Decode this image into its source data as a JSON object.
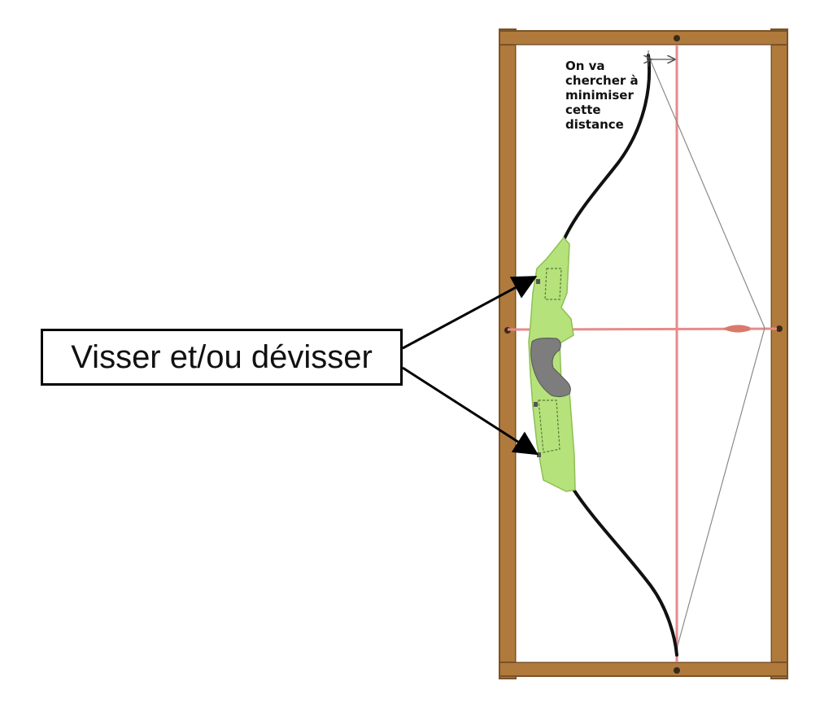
{
  "callout": {
    "label": "Visser et/ou dévisser"
  },
  "annotation": {
    "lines": [
      "On va",
      "chercher à",
      "minimiser",
      "cette",
      "distance"
    ]
  },
  "colors": {
    "frame_wood": "#b07a3c",
    "frame_wood_dark": "#7a5228",
    "reference_line": "#e88a8a",
    "riser_green": "#b5e27a",
    "grip_gray": "#7d7d7d",
    "limb_black": "#111111",
    "string_gray": "#8a8a8a"
  }
}
